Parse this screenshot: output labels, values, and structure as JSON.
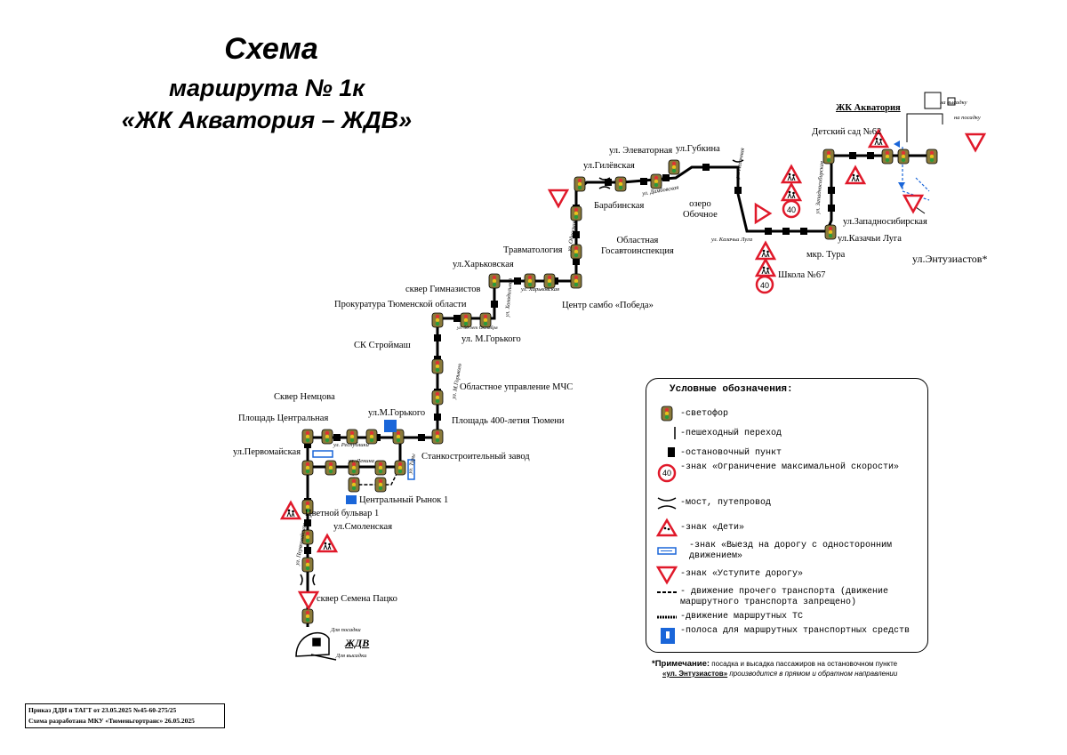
{
  "title": {
    "line1": "Схема",
    "line2": "маршрута № 1к",
    "line3": "«ЖК Акватория – ЖДВ»"
  },
  "terminals": {
    "start": "ЖК Акватория",
    "end": "ЖДВ",
    "boarding": "на посадку",
    "alighting": "на высадку",
    "end_boarding": "Для посадки",
    "end_alighting": "Для высадки"
  },
  "stops": {
    "detsad62": "Детский сад №62",
    "zapadnosibirskaya": "ул.Западносибирская",
    "kazachi_luga": "ул.Казачьи Луга",
    "tura": "мкр. Тура",
    "entuziastov": "ул.Энтузиастов*",
    "shkola67": "Школа №67",
    "ozero": "озеро\nОбочное",
    "gubkina": "ул.Губкина",
    "elevatornaya": "ул. Элеваторная",
    "gilevskaya": "ул.Гилёвская",
    "barabinskaya": "Барабинская",
    "gosavtoinspekciya": "Областная\nГосавтоинспекция",
    "travmatologiya": "Травматология",
    "harkovskaya": "ул.Харьковская",
    "sambo": "Центр самбо «Победа»",
    "skver_gimnazistov": "сквер Гимназистов",
    "prokuratura": "Прокуратура Тюменской области",
    "m_gorkogo_1": "ул. М.Горького",
    "sk_stroimash": "СК Строймаш",
    "mchs": "Областное управление МЧС",
    "skver_nemcova": "Сквер Немцова",
    "m_gorkogo_2": "ул.М.Горького",
    "ploshad_central": "Площадь Центральная",
    "ploshad_400": "Площадь 400-летия Тюмени",
    "pervomaiskaya": "ул.Первомайская",
    "stankozavod": "Станкостроительный завод",
    "central_rynok": "Центральный Рынок 1",
    "cvetnoi_bulvar": "Цветной бульвар 1",
    "smolenskaya": "ул.Смоленская",
    "skver_packo": "сквер Семена Пацко"
  },
  "streets": {
    "pesochnaya": "ул. Песочная",
    "zapadnosibirskaya": "ул. Западносибирская",
    "kazachi_luga": "ул. Казачьи Луга",
    "dambovskaya": "ул. Дамбовская",
    "odesskaya": "ул. Одесская",
    "harkovskaya": "ул. Харьковская",
    "holodilnaya": "ул. Холодильная",
    "let50": "ул. 50 лет Октября",
    "m_gorkogo": "ул. М.Горького",
    "respubliki": "ул. Республики",
    "lenina": "ул. Ленина",
    "tury": "ул. Туры",
    "pervomaiskaya": "ул. Первомайская"
  },
  "speed_limit": "40",
  "legend": {
    "title": "Условные обозначения:",
    "items": [
      {
        "icon": "traffic-light-icon",
        "text": "-светофор"
      },
      {
        "icon": "pedestrian-crossing-icon",
        "text": "-пешеходный переход"
      },
      {
        "icon": "bus-stop-icon",
        "text": "-остановочный пункт"
      },
      {
        "icon": "speed-limit-sign-icon",
        "text": "-знак «Ограничение максимальной скорости»"
      },
      {
        "icon": "bridge-icon",
        "text": "-мост, путепровод"
      },
      {
        "icon": "children-sign-icon",
        "text": "-знак «Дети»"
      },
      {
        "icon": "one-way-sign-icon",
        "text": "-знак «Выезд на дорогу с односторонним движением»"
      },
      {
        "icon": "give-way-sign-icon",
        "text": "-знак «Уступите дорогу»"
      },
      {
        "icon": "dashed-line-icon",
        "text": "- движение прочего транспорта (движение маршрутного транспорта запрещено)"
      },
      {
        "icon": "route-line-icon",
        "text": "-движение маршрутных ТС"
      },
      {
        "icon": "bus-lane-icon",
        "text": "-полоса для маршрутных транспортных средств"
      }
    ]
  },
  "note": {
    "label": "*Примечание:",
    "text1": " посадка и высадка пассажиров на остановочном пункте",
    "stop": "«ул. Энтузиастов»",
    "text2": " производится в прямом и обратном направлении"
  },
  "order": {
    "line1": "Приказ ДДИ и ТАГТ от 23.05.2025 №45-60-275/25",
    "line2": "Схема разработана МКУ «Тюменьгортранс» 26.05.2025"
  },
  "colors": {
    "route": "#000000",
    "sign_red": "#e0192a",
    "sign_blue": "#1a66d9",
    "traffic_light_body": "#8a7a3a"
  }
}
